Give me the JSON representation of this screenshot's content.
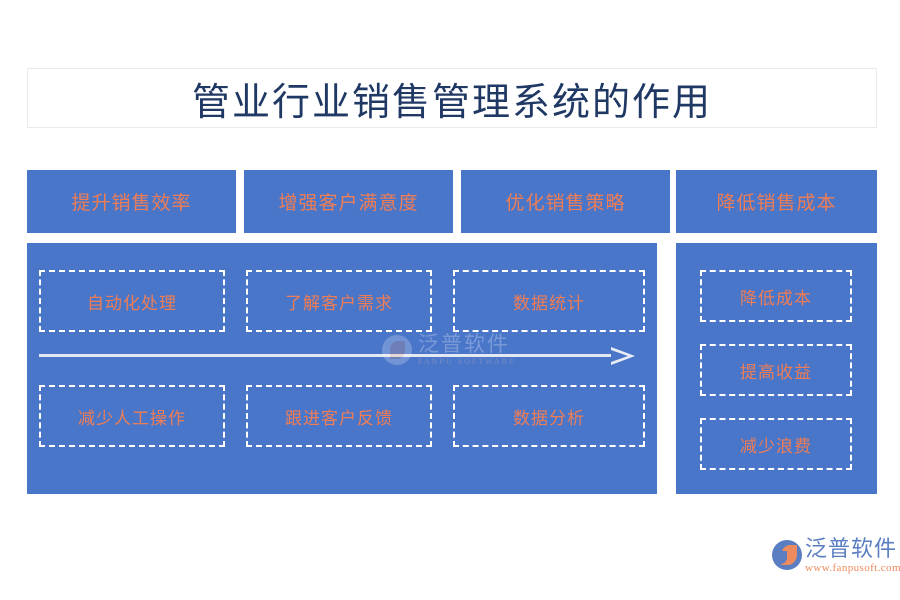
{
  "page": {
    "title": "管业行业销售管理系统的作用",
    "background_color": "#ffffff",
    "accent_blue": "#4a76ca",
    "accent_orange": "#ee7d55",
    "title_color": "#1f3864"
  },
  "headers": [
    {
      "label": "提升销售效率"
    },
    {
      "label": "增强客户满意度"
    },
    {
      "label": "优化销售策略"
    },
    {
      "label": "降低销售成本"
    }
  ],
  "left_panel": {
    "row1": [
      {
        "label": "自动化处理"
      },
      {
        "label": "了解客户需求"
      },
      {
        "label": "数据统计"
      }
    ],
    "row2": [
      {
        "label": "减少人工操作"
      },
      {
        "label": "跟进客户反馈"
      },
      {
        "label": "数据分析"
      }
    ],
    "arrow": {
      "name": "flow-arrow-right",
      "color": "#e9edf5"
    }
  },
  "right_panel": {
    "items": [
      {
        "label": "降低成本"
      },
      {
        "label": "提高收益"
      },
      {
        "label": "减少浪费"
      }
    ]
  },
  "watermark": {
    "cn": "泛普软件",
    "en": "FANPU SOFTWARE"
  },
  "logo": {
    "cn": "泛普软件",
    "url": "www.fanpusoft.com"
  }
}
